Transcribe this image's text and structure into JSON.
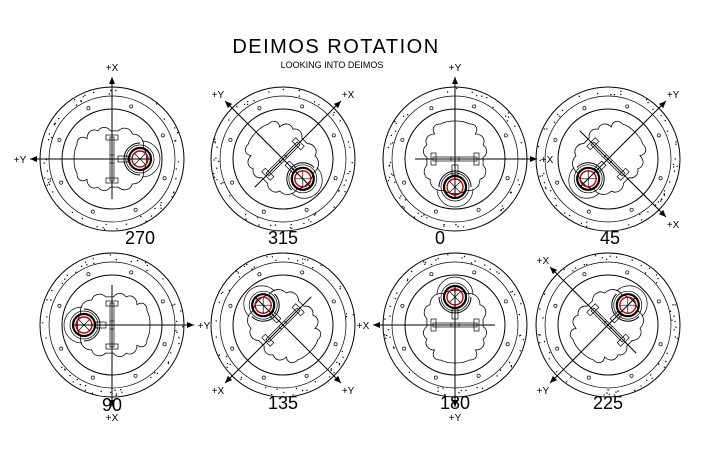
{
  "title": "DEIMOS ROTATION",
  "subtitle": "LOOKING INTO DEIMOS",
  "views": [
    {
      "angle": "270",
      "axis1": "+X",
      "axis2": "+Y",
      "rotation": 270
    },
    {
      "angle": "315",
      "axis1": "+X",
      "axis2": "+Y",
      "rotation": 315
    },
    {
      "angle": "0",
      "axis1": "+X",
      "axis2": "+Y",
      "rotation": 0
    },
    {
      "angle": "45",
      "axis1": "+X",
      "axis2": "+Y",
      "rotation": 45
    },
    {
      "angle": "90",
      "axis1": "+X",
      "axis2": "+Y",
      "rotation": 90
    },
    {
      "angle": "135",
      "axis1": "+X",
      "axis2": "+Y",
      "rotation": 135
    },
    {
      "angle": "180",
      "axis1": "+X",
      "axis2": "+Y",
      "rotation": 180
    },
    {
      "angle": "225",
      "axis1": "+X",
      "axis2": "+Y",
      "rotation": 225
    }
  ]
}
